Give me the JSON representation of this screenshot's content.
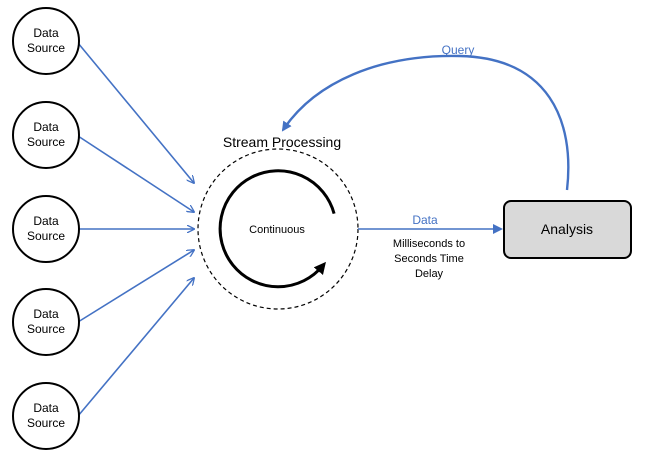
{
  "sources": [
    {
      "line1": "Data",
      "line2": "Source"
    },
    {
      "line1": "Data",
      "line2": "Source"
    },
    {
      "line1": "Data",
      "line2": "Source"
    },
    {
      "line1": "Data",
      "line2": "Source"
    },
    {
      "line1": "Data",
      "line2": "Source"
    }
  ],
  "processing": {
    "title": "Stream Processing",
    "center_label": "Continuous"
  },
  "output": {
    "edge_label": "Data",
    "delay_lines": [
      "Milliseconds to",
      "Seconds Time",
      "Delay"
    ]
  },
  "analysis": {
    "label": "Analysis"
  },
  "feedback": {
    "label": "Query"
  },
  "colors": {
    "arrow": "#4472c4",
    "analysis_fill": "#d9d9d9",
    "stroke": "#000000"
  }
}
